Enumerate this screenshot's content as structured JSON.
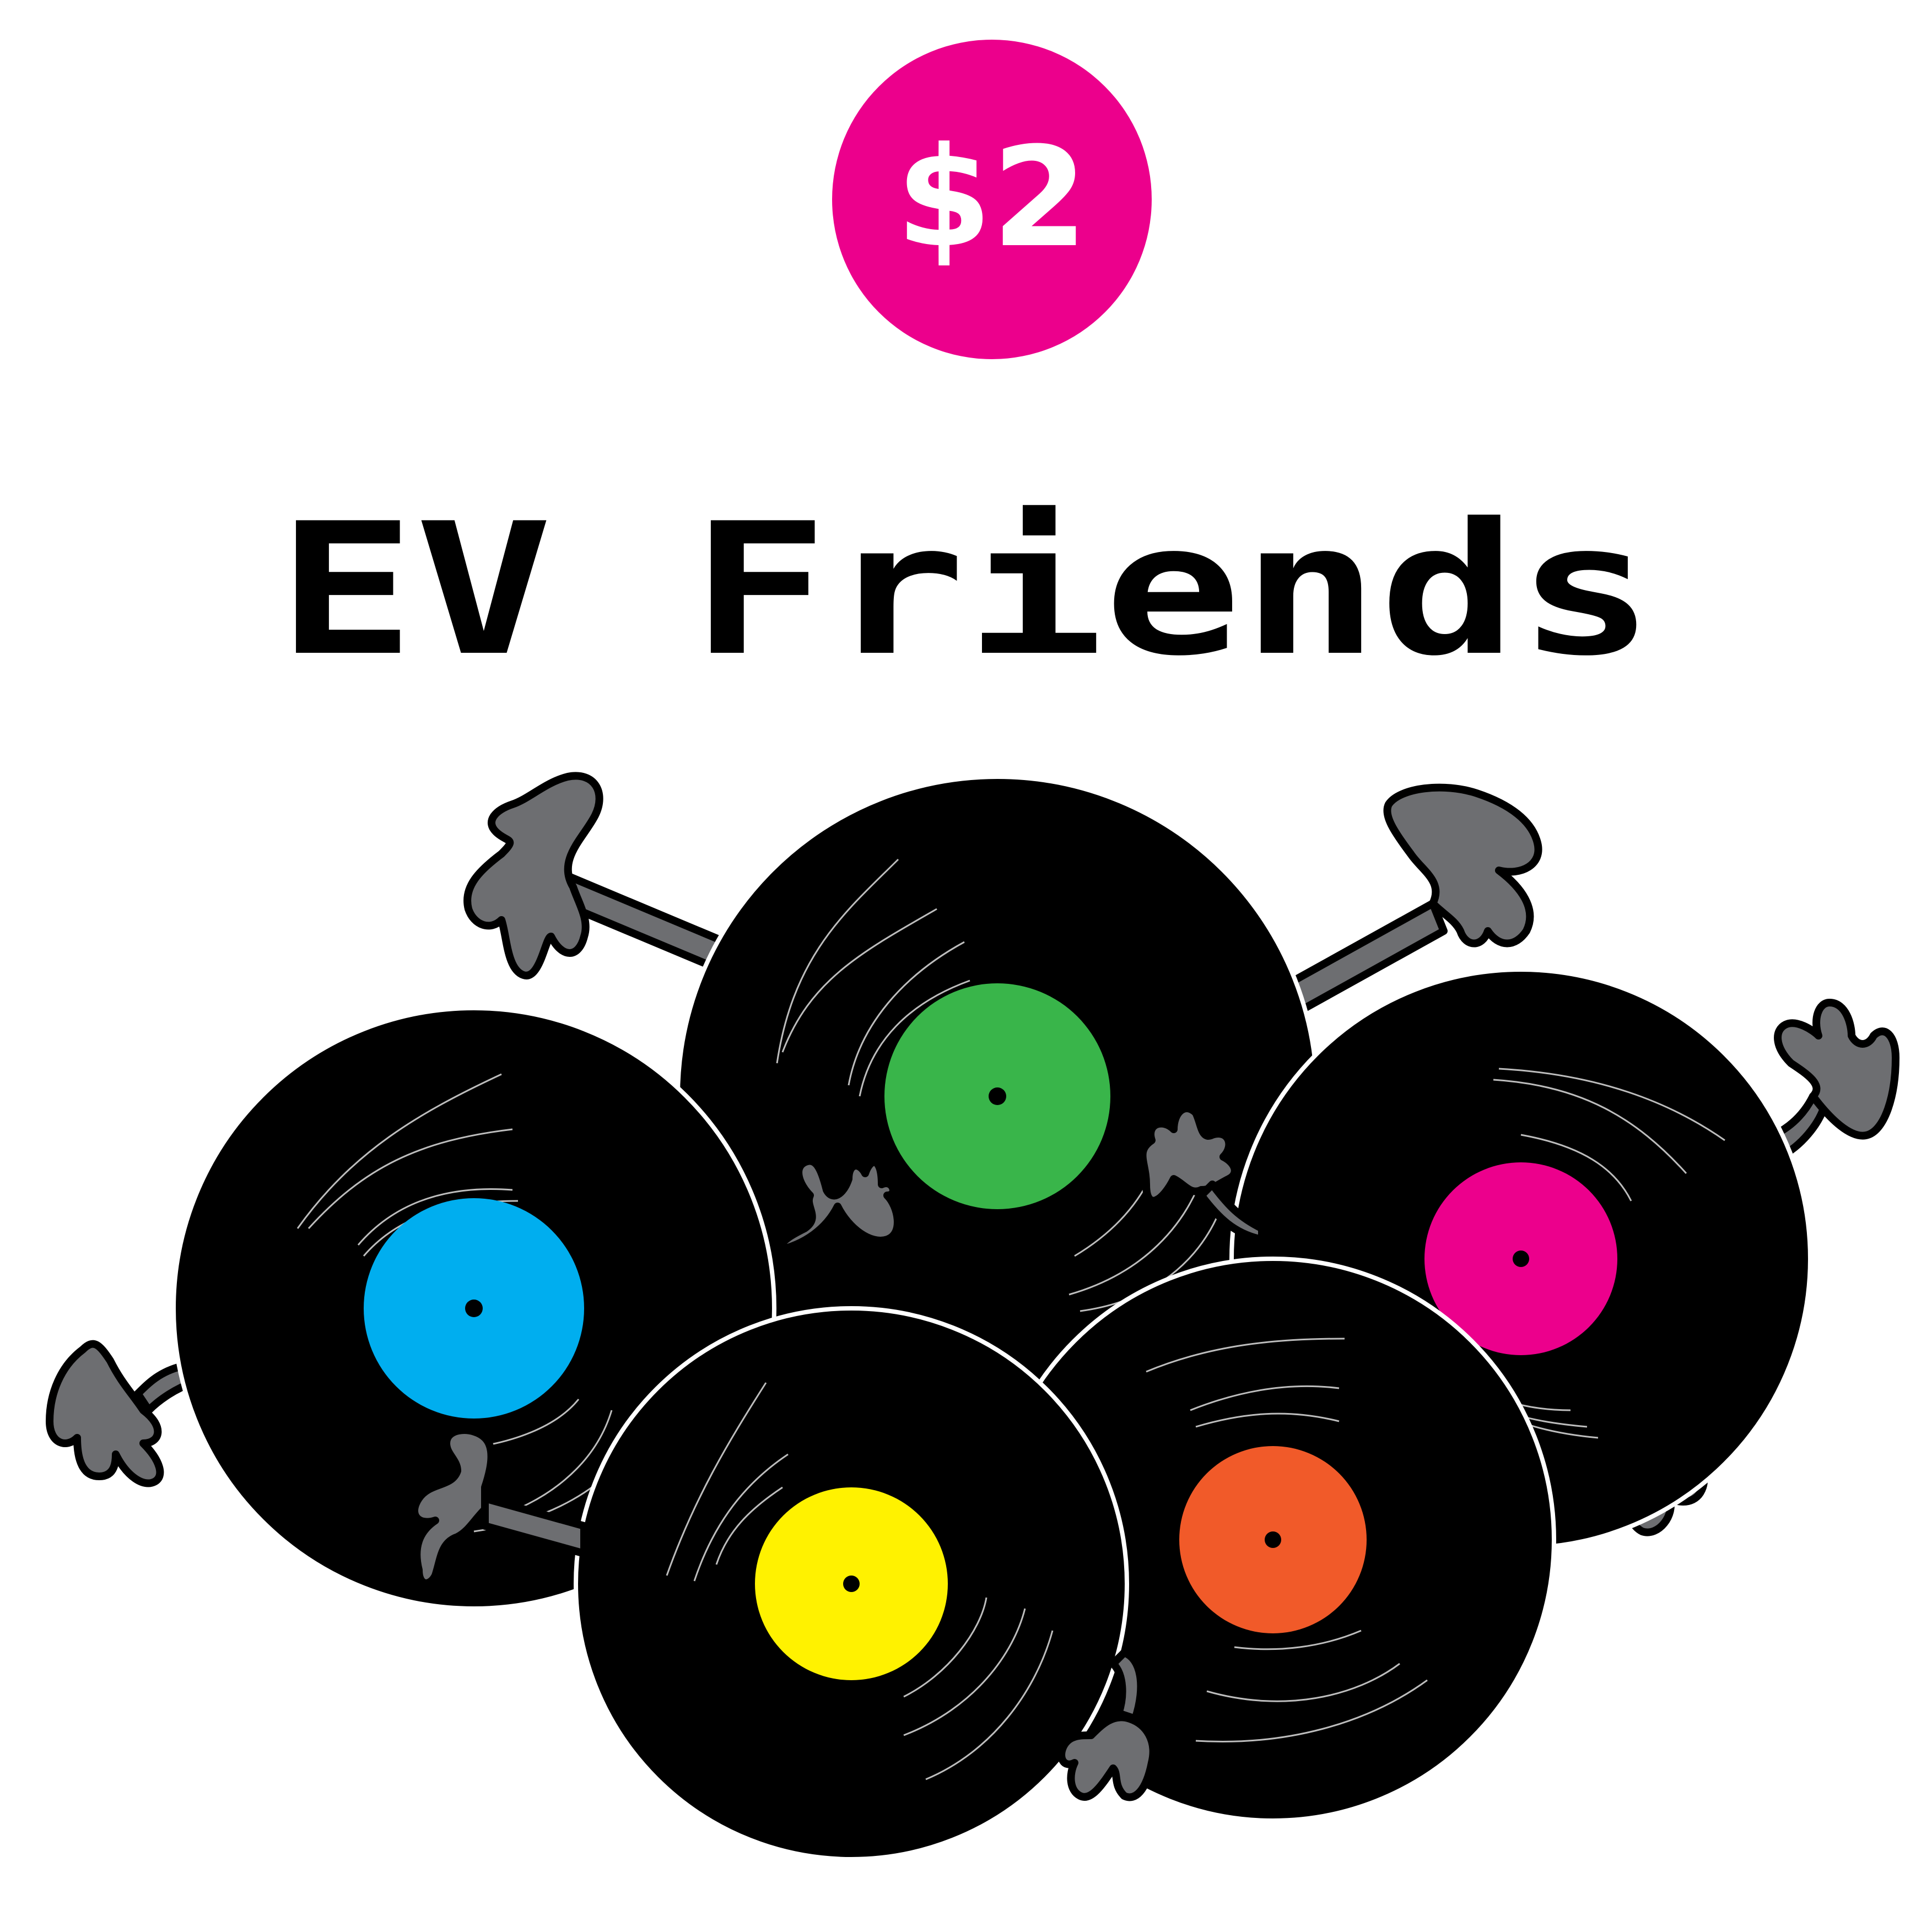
{
  "price_badge": {
    "text": "$2",
    "color": "#ec008c",
    "text_color": "#ffffff"
  },
  "title": {
    "text": "EV Friends",
    "color": "#000000"
  },
  "palette": {
    "vinyl": "#000000",
    "outline": "#ffffff",
    "groove": "#bdbdbd",
    "hand": "#6d6e71",
    "hand_outline": "#000000"
  },
  "records": [
    {
      "name": "record-blue",
      "label_color": "#00aeef"
    },
    {
      "name": "record-green",
      "label_color": "#39b54a"
    },
    {
      "name": "record-magenta",
      "label_color": "#ec008c"
    },
    {
      "name": "record-yellow",
      "label_color": "#fff200"
    },
    {
      "name": "record-orange",
      "label_color": "#f15a29"
    }
  ]
}
